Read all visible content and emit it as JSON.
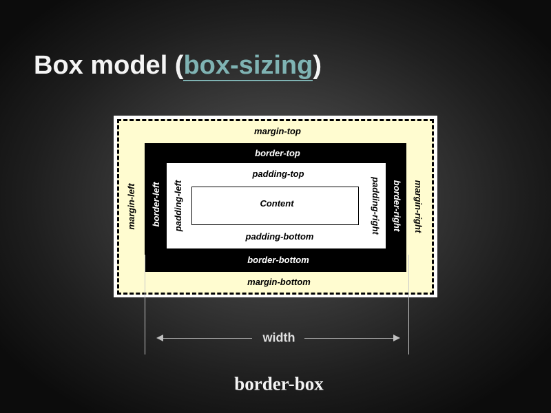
{
  "title": {
    "prefix": "Box model (",
    "link": "box-sizing",
    "suffix": ")"
  },
  "diagram": {
    "margin_top": "margin-top",
    "margin_bottom": "margin-bottom",
    "margin_left": "margin-left",
    "margin_right": "margin-right",
    "border_top": "border-top",
    "border_bottom": "border-bottom",
    "border_left": "border-left",
    "border_right": "border-right",
    "padding_top": "padding-top",
    "padding_bottom": "padding-bottom",
    "padding_left": "padding-left",
    "padding_right": "padding-right",
    "content": "Content"
  },
  "dimension": {
    "label": "width"
  },
  "caption": "border-box",
  "colors": {
    "title": "#f4f4f4",
    "link": "#7fb3b3",
    "margin_fill": "#fffcd0",
    "border_fill": "#000000",
    "padding_fill": "#ffffff"
  }
}
